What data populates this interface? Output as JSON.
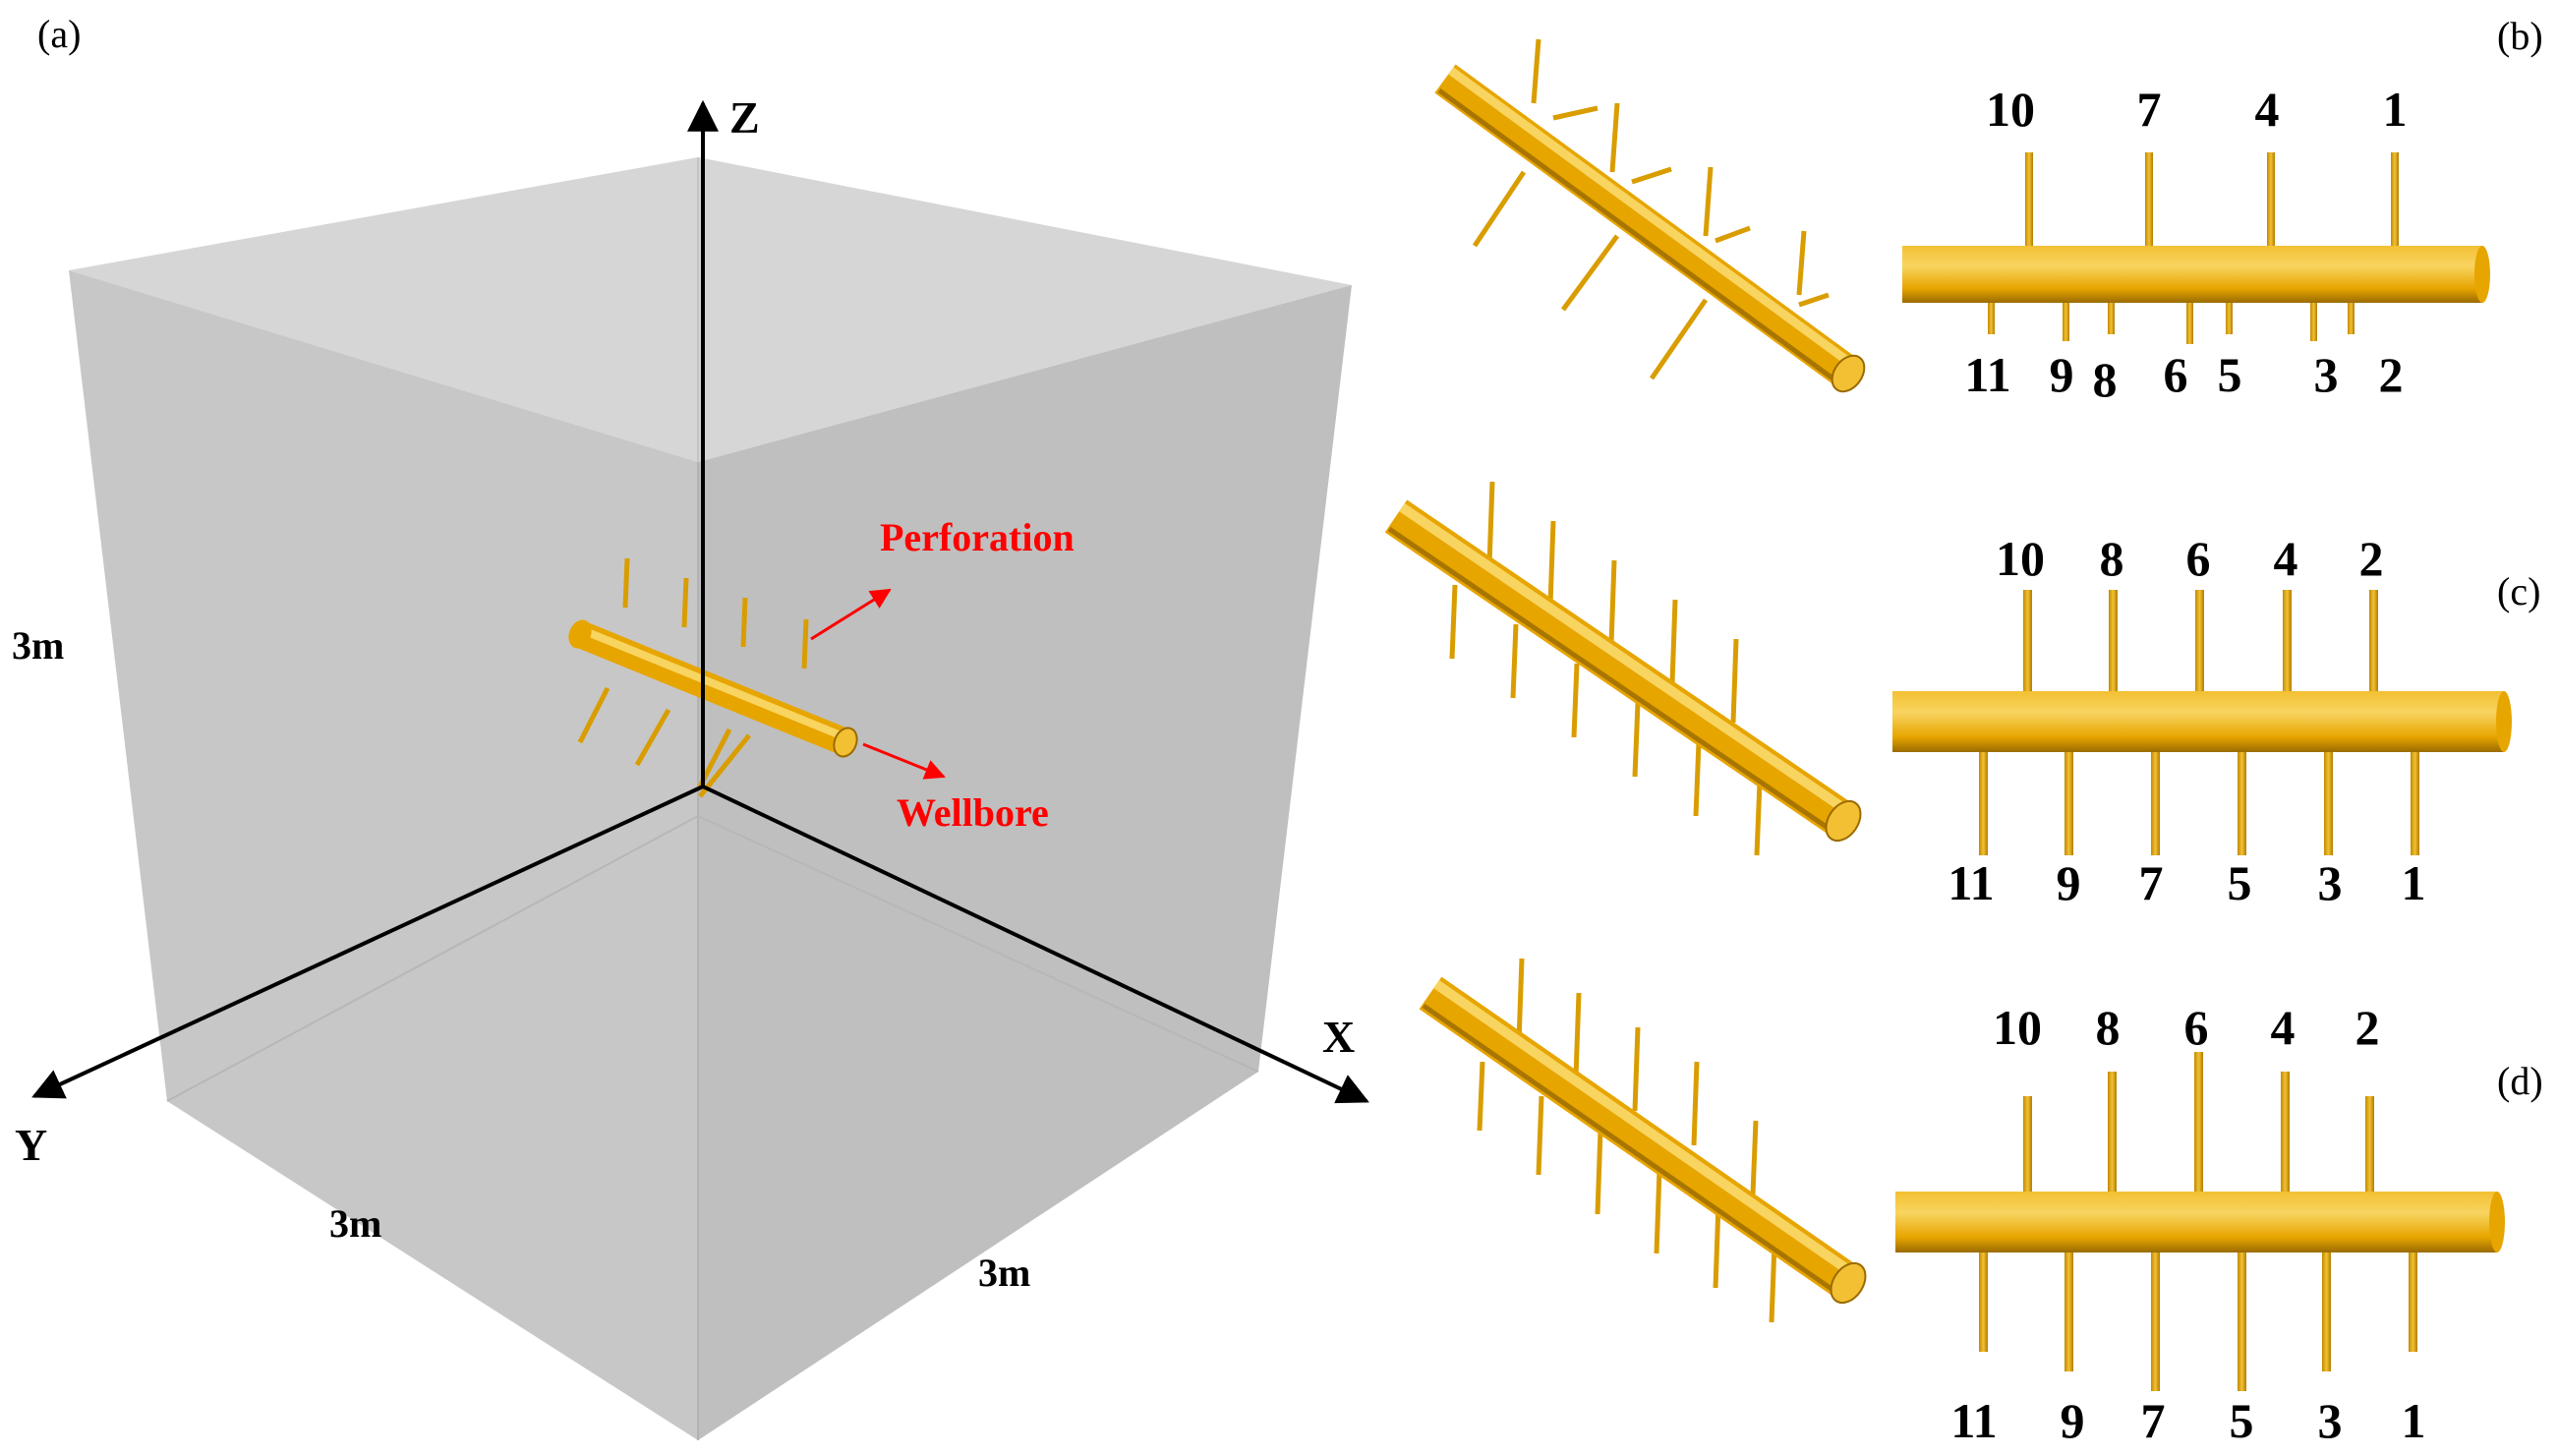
{
  "colors": {
    "pipe": "#e7a500",
    "pipe_dark": "#9a6b00",
    "pipe_light": "#f8d460",
    "box_face_left": "#c8c8c8",
    "box_face_right": "#bdbdbd",
    "box_face_top": "#d9d9d9",
    "annotation": "#ff0000"
  },
  "panel_a": {
    "label": "(a)",
    "axes": {
      "z": "Z",
      "x": "X",
      "y": "Y"
    },
    "dimensions": {
      "height": "3m",
      "width_y": "3m",
      "width_x": "3m"
    },
    "annotations": {
      "perforation": "Perforation",
      "wellbore": "Wellbore"
    }
  },
  "panel_b": {
    "label": "(b)",
    "top_numbers": [
      "10",
      "7",
      "4",
      "1"
    ],
    "bottom_numbers": [
      "11",
      "9",
      "8",
      "6",
      "5",
      "3",
      "2"
    ]
  },
  "panel_c": {
    "label": "(c)",
    "top_numbers": [
      "10",
      "8",
      "6",
      "4",
      "2"
    ],
    "bottom_numbers": [
      "11",
      "9",
      "7",
      "5",
      "3",
      "1"
    ]
  },
  "panel_d": {
    "label": "(d)",
    "top_numbers": [
      "10",
      "8",
      "6",
      "4",
      "2"
    ],
    "bottom_numbers": [
      "11",
      "9",
      "7",
      "5",
      "3",
      "1"
    ]
  }
}
